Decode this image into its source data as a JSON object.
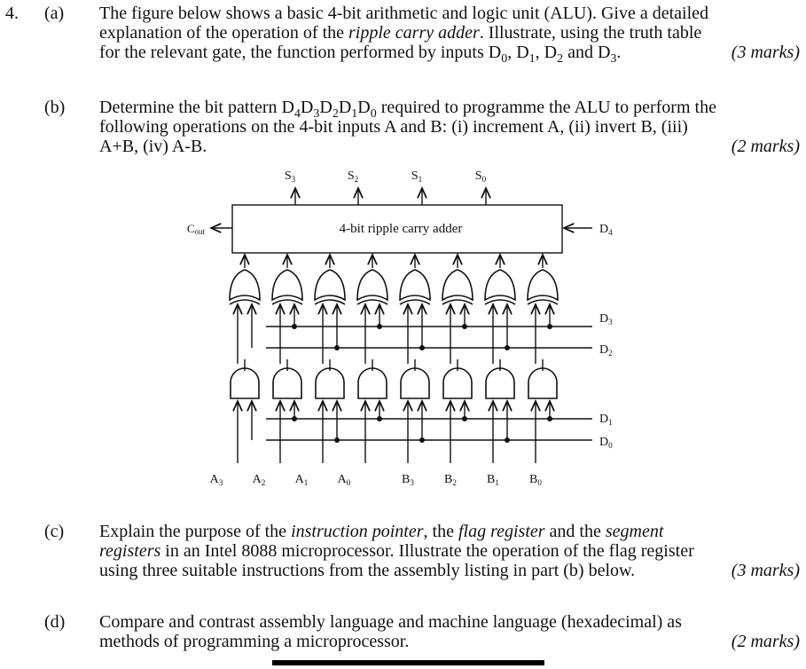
{
  "question": {
    "number": "4.",
    "parts": [
      {
        "label": "(a)",
        "lines": [
          [
            {
              "t": "The figure below shows a basic 4-bit arithmetic and logic unit (ALU). Give a detailed"
            }
          ],
          [
            {
              "t": "explanation of the operation of the "
            },
            {
              "t": "ripple carry adder",
              "i": true
            },
            {
              "t": ". Illustrate, using the truth table"
            }
          ],
          [
            {
              "t": "for the relevant gate, the function performed by inputs D"
            },
            {
              "t": "0",
              "s": true
            },
            {
              "t": ", D"
            },
            {
              "t": "1",
              "s": true
            },
            {
              "t": ", D"
            },
            {
              "t": "2",
              "s": true
            },
            {
              "t": " and D"
            },
            {
              "t": "3",
              "s": true
            },
            {
              "t": "."
            }
          ]
        ],
        "marks": "(3 marks)"
      },
      {
        "label": "(b)",
        "lines": [
          [
            {
              "t": "Determine the bit pattern D"
            },
            {
              "t": "4",
              "s": true
            },
            {
              "t": "D"
            },
            {
              "t": "3",
              "s": true
            },
            {
              "t": "D"
            },
            {
              "t": "2",
              "s": true
            },
            {
              "t": "D"
            },
            {
              "t": "1",
              "s": true
            },
            {
              "t": "D"
            },
            {
              "t": "0",
              "s": true
            },
            {
              "t": " required to programme the ALU to perform the"
            }
          ],
          [
            {
              "t": "following operations on the 4-bit inputs A and B: (i) increment A, (ii) invert B, (iii)"
            }
          ],
          [
            {
              "t": "A+B, (iv) A-B."
            }
          ]
        ],
        "marks": "(2 marks)"
      },
      {
        "label": "(c)",
        "lines": [
          [
            {
              "t": "Explain the purpose of the "
            },
            {
              "t": "instruction pointer",
              "i": true
            },
            {
              "t": ", the "
            },
            {
              "t": "flag register",
              "i": true
            },
            {
              "t": " and the "
            },
            {
              "t": "segment",
              "i": true
            }
          ],
          [
            {
              "t": "registers",
              "i": true
            },
            {
              "t": " in an Intel 8088 microprocessor. Illustrate the operation of the flag register"
            }
          ],
          [
            {
              "t": "using three suitable instructions from the assembly listing in part (b) below."
            }
          ]
        ],
        "marks": "(3 marks)"
      },
      {
        "label": "(d)",
        "lines": [
          [
            {
              "t": "Compare and contrast assembly language and machine language (hexadecimal) as"
            }
          ],
          [
            {
              "t": "methods of programming a microprocessor."
            }
          ]
        ],
        "marks": "(2 marks)"
      }
    ]
  },
  "figure": {
    "adder_label": "4-bit ripple carry adder",
    "cout_label": "C",
    "cout_sub": "out",
    "sum_outputs": [
      {
        "base": "S",
        "sub": "3"
      },
      {
        "base": "S",
        "sub": "2"
      },
      {
        "base": "S",
        "sub": "1"
      },
      {
        "base": "S",
        "sub": "0"
      }
    ],
    "d4_label": {
      "base": "D",
      "sub": "4"
    },
    "control_inputs": [
      {
        "base": "D",
        "sub": "3"
      },
      {
        "base": "D",
        "sub": "2"
      },
      {
        "base": "D",
        "sub": "1"
      },
      {
        "base": "D",
        "sub": "0"
      }
    ],
    "a_inputs": [
      {
        "base": "A",
        "sub": "3"
      },
      {
        "base": "A",
        "sub": "2"
      },
      {
        "base": "A",
        "sub": "1"
      },
      {
        "base": "A",
        "sub": "0"
      }
    ],
    "b_inputs": [
      {
        "base": "B",
        "sub": "3"
      },
      {
        "base": "B",
        "sub": "2"
      },
      {
        "base": "B",
        "sub": "1"
      },
      {
        "base": "B",
        "sub": "0"
      }
    ]
  }
}
